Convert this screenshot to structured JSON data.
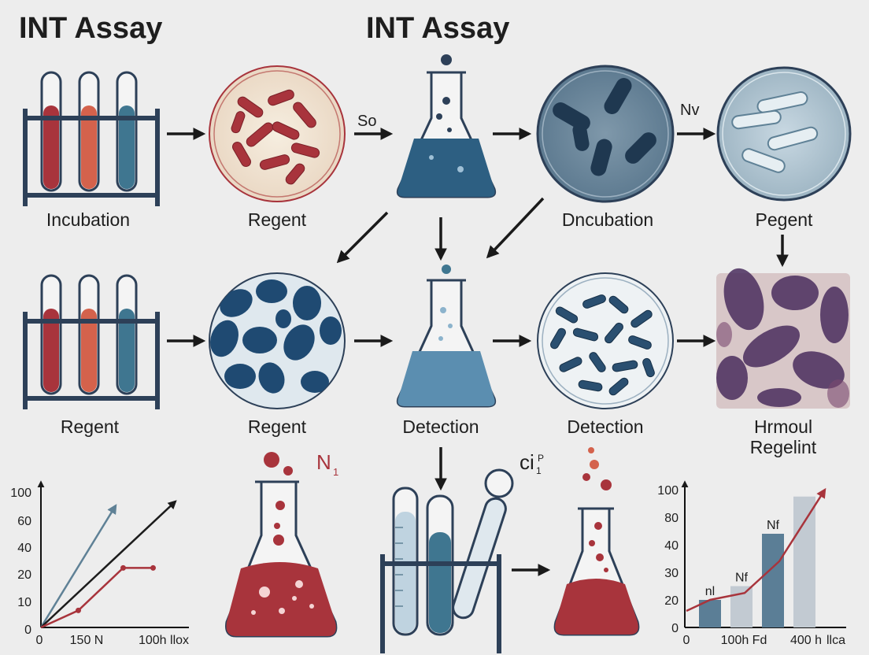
{
  "titles": {
    "left": "INT Assay",
    "center": "INT Assay"
  },
  "row1": {
    "labels": [
      "Incubation",
      "Regent",
      "Dncubation",
      "Pegent"
    ],
    "arrow_labels": {
      "so": "So",
      "nv": "Nv"
    }
  },
  "row2": {
    "labels": [
      "Regent",
      "Regent",
      "Detection",
      "Detection"
    ],
    "hrmoul": [
      "Hrmoul",
      "Regelint"
    ]
  },
  "row3": {
    "n1": "N",
    "n1_sub": "1",
    "ci": "ci",
    "ci_sup": "P",
    "ci_sub": "1"
  },
  "colors": {
    "red": "#a8343c",
    "orange": "#d4624c",
    "teal": "#3f7690",
    "navy": "#2d4058",
    "bar_blue": "#5b7e96",
    "bar_gray": "#b7c2cc"
  },
  "chart_data": [
    {
      "type": "line",
      "yticks": [
        "100",
        "60",
        "40",
        "20",
        "10",
        "0"
      ],
      "xticks": [
        "0",
        "150 N",
        "100h llox"
      ],
      "series": [
        {
          "color": "#5f8196",
          "points": [
            [
              0,
              0
            ],
            [
              5,
              86
            ]
          ]
        },
        {
          "color": "#1c1c1c",
          "points": [
            [
              0,
              0
            ],
            [
              9,
              89
            ]
          ]
        },
        {
          "color": "#a8343c",
          "points": [
            [
              0,
              0
            ],
            [
              2.5,
              12
            ],
            [
              5.5,
              42
            ],
            [
              7.5,
              42
            ]
          ]
        }
      ]
    },
    {
      "type": "bar",
      "yticks": [
        "100",
        "80",
        "40",
        "30",
        "20",
        "0"
      ],
      "xticks": [
        "0",
        "100h Fd",
        "400 h",
        "llca"
      ],
      "values": [
        20,
        30,
        68,
        95
      ],
      "bar_colors": [
        "#5b7e96",
        "#c2cad2",
        "#5b7e96",
        "#c2cad2"
      ],
      "bar_labels": [
        "nl",
        "Nf",
        "Nf",
        ""
      ],
      "line": [
        12,
        20,
        25,
        48,
        100
      ]
    }
  ]
}
